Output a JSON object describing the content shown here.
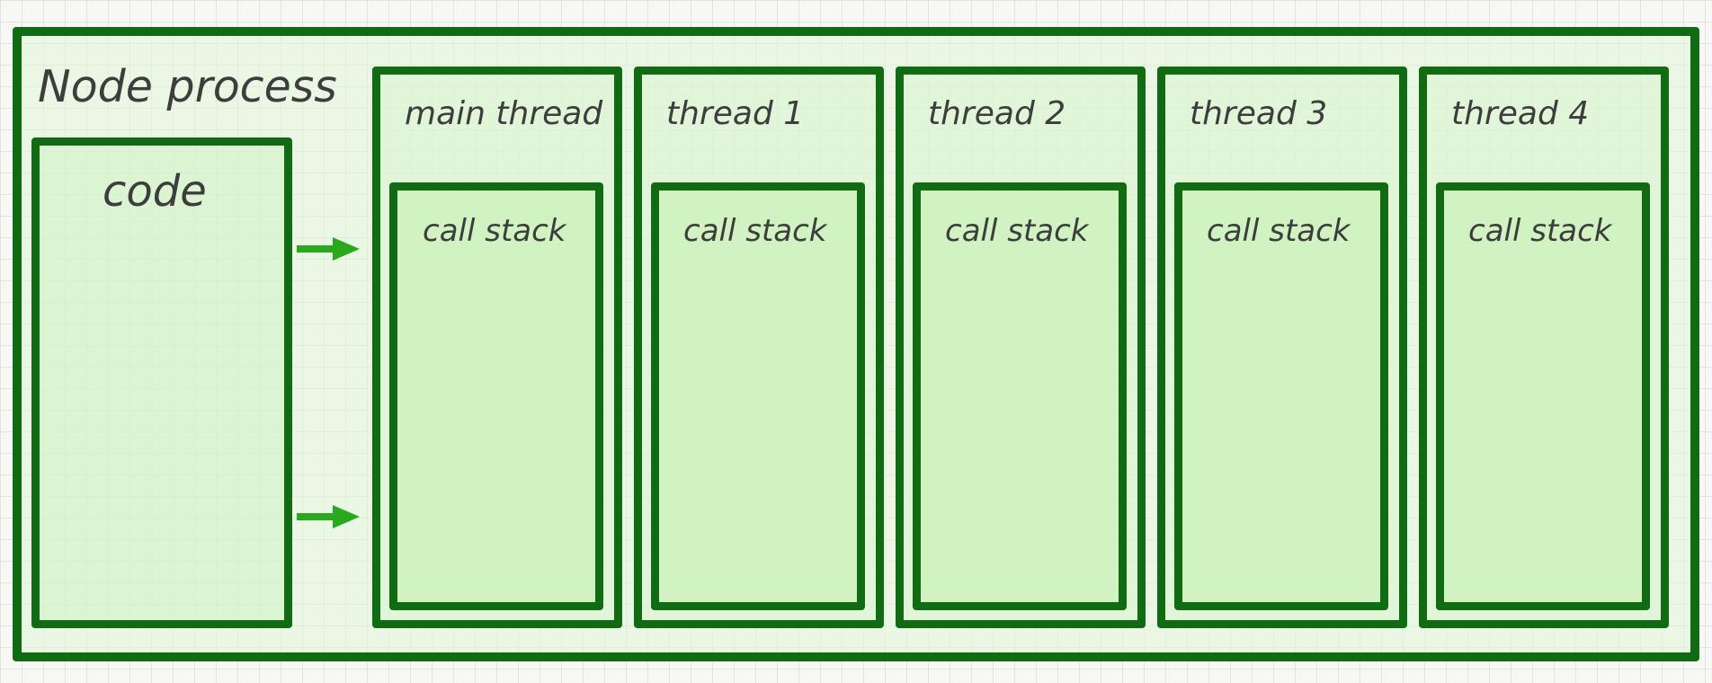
{
  "process": {
    "label": "Node process"
  },
  "code": {
    "label": "code"
  },
  "threads": [
    {
      "label": "main thread",
      "stack_label": "call stack"
    },
    {
      "label": "thread 1",
      "stack_label": "call stack"
    },
    {
      "label": "thread 2",
      "stack_label": "call stack"
    },
    {
      "label": "thread 3",
      "stack_label": "call stack"
    },
    {
      "label": "thread 4",
      "stack_label": "call stack"
    }
  ],
  "colors": {
    "border": "#106b12",
    "arrow": "#2aa81e",
    "fill": "#dff5d6",
    "text": "#3d3d3d"
  }
}
